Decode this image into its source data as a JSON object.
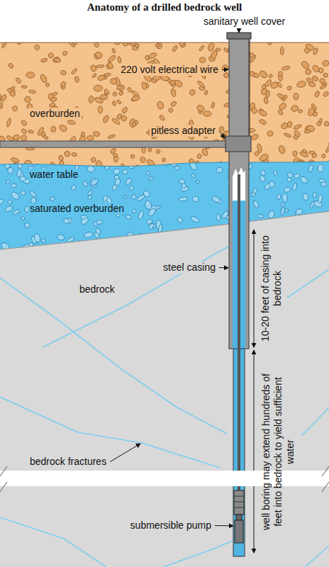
{
  "diagram": {
    "title": "Anatomy of a drilled bedrock well",
    "labels": [
      "sanitary well cover",
      "220 volt electrical wire",
      "overburden",
      "pitless adapter",
      "water table",
      "saturated overburden",
      "steel casing",
      "bedrock",
      "10-20 feet of casing into bedrock",
      "well boring may extend hundreds of feet into bedrock to yield sufficient water",
      "bedrock fractures",
      "submersible pump"
    ]
  }
}
